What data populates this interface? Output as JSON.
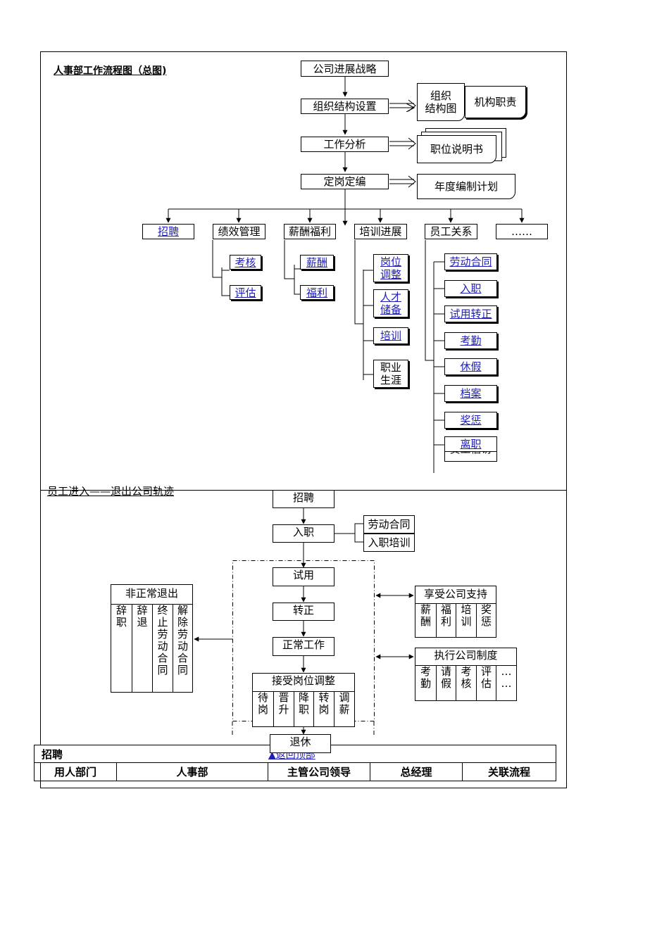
{
  "section1": {
    "title": "人事部工作流程图（总图)",
    "main_flow": [
      "公司进展战略",
      "组织结构设置",
      "工作分析",
      "定岗定编"
    ],
    "side_docs": {
      "org_chart": "组织\n结构图",
      "org_duties": "机构职责",
      "job_desc": "职位说明书",
      "annual_plan": "年度编制计划"
    },
    "branches": {
      "recruit": "招聘",
      "performance": "绩效管理",
      "salary": "薪酬福利",
      "training": "培训进展",
      "employee": "员工关系",
      "more": "……"
    },
    "performance_items": [
      "考核",
      "评估"
    ],
    "salary_items": [
      "薪酬",
      "福利"
    ],
    "training_items": [
      "岗位\n调整",
      "人才\n储备",
      "培训",
      "职业\n生涯"
    ],
    "employee_items": [
      "劳动合同",
      "入职",
      "试用转正",
      "考勤",
      "休假",
      "档案",
      "奖惩",
      "离职"
    ],
    "employee_hidden_item": "员工信访"
  },
  "section2": {
    "title": "员工进入——退出公司轨迹",
    "flow": [
      "招聘",
      "入职",
      "试用",
      "转正",
      "正常工作"
    ],
    "onboarding": [
      "劳动合同",
      "入职培训"
    ],
    "abnormal_exit": {
      "title": "非正常退出",
      "cells": [
        "辞\n职",
        "辞\n退",
        "终\n止\n劳\n动\n合\n同",
        "解\n除\n劳\n动\n合\n同"
      ]
    },
    "support": {
      "title": "享受公司支持",
      "cells": [
        "薪\n酬",
        "福\n利",
        "培\n训",
        "奖\n惩"
      ]
    },
    "policy": {
      "title": "执行公司制度",
      "cells": [
        "考\n勤",
        "请\n假",
        "考\n核",
        "评\n估",
        "…\n…"
      ]
    },
    "adjust": {
      "title": "接受岗位调整",
      "cells": [
        "待\n岗",
        "晋\n升",
        "降\n职",
        "转\n岗",
        "调\n薪"
      ]
    },
    "retire": "退休"
  },
  "section3": {
    "title": "招聘",
    "back_link": "▲返回顶部",
    "headers": [
      "用人部门",
      "人事部",
      "主管公司领导",
      "总经理",
      "关联流程"
    ]
  }
}
